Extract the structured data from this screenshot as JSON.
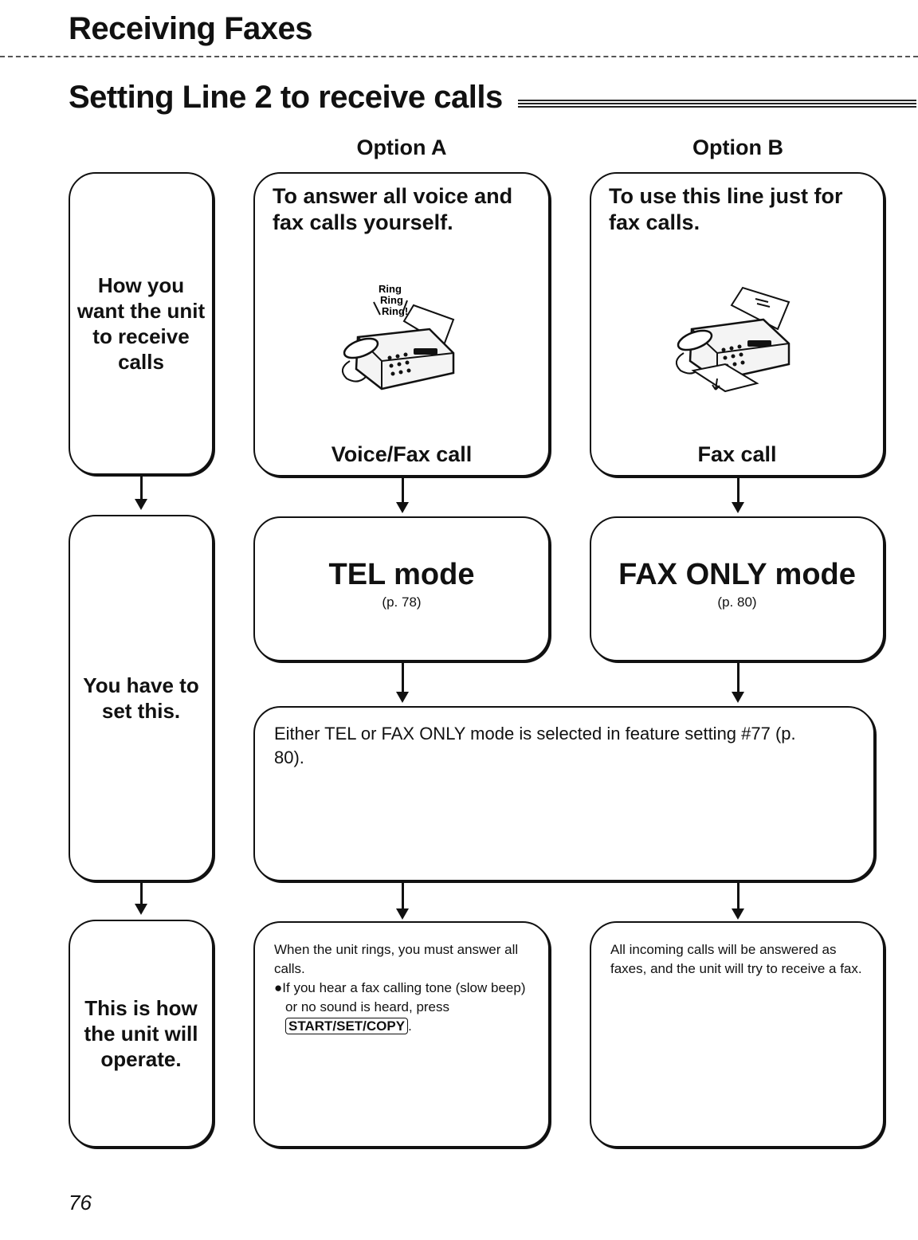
{
  "header": {
    "section": "Receiving Faxes",
    "title": "Setting Line 2 to receive calls"
  },
  "columns": {
    "option_a": "Option A",
    "option_b": "Option B"
  },
  "row_labels": {
    "how": "How you\nwant the unit\nto receive\ncalls",
    "set": "You have to\nset this.",
    "operate": "This is how\nthe unit will\noperate."
  },
  "option_a": {
    "purpose": "To answer all voice and\nfax calls yourself.",
    "illustration_text": [
      "Ring",
      "Ring",
      "Ring!"
    ],
    "call_type": "Voice/Fax call",
    "mode": "TEL mode",
    "mode_ref": "(p. 78)",
    "operation_line1": "When the unit rings, you must answer all calls.",
    "operation_bullet": "●If you hear a fax calling tone (slow beep) or no sound is heard, press ",
    "operation_key": "START/SET/COPY",
    "operation_end": "."
  },
  "option_b": {
    "purpose": "To use this line just for\nfax calls.",
    "call_type": "Fax call",
    "mode": "FAX ONLY mode",
    "mode_ref": "(p. 80)",
    "operation": "All incoming calls will be answered as faxes, and the unit will try to receive a fax."
  },
  "setting_note": "Either TEL or FAX ONLY mode is selected in feature setting #77 (p. 80).",
  "footer": {
    "page_number": "76"
  },
  "icons": [
    "fax-machine-ringing-icon",
    "fax-machine-icon",
    "down-arrow-icon"
  ]
}
